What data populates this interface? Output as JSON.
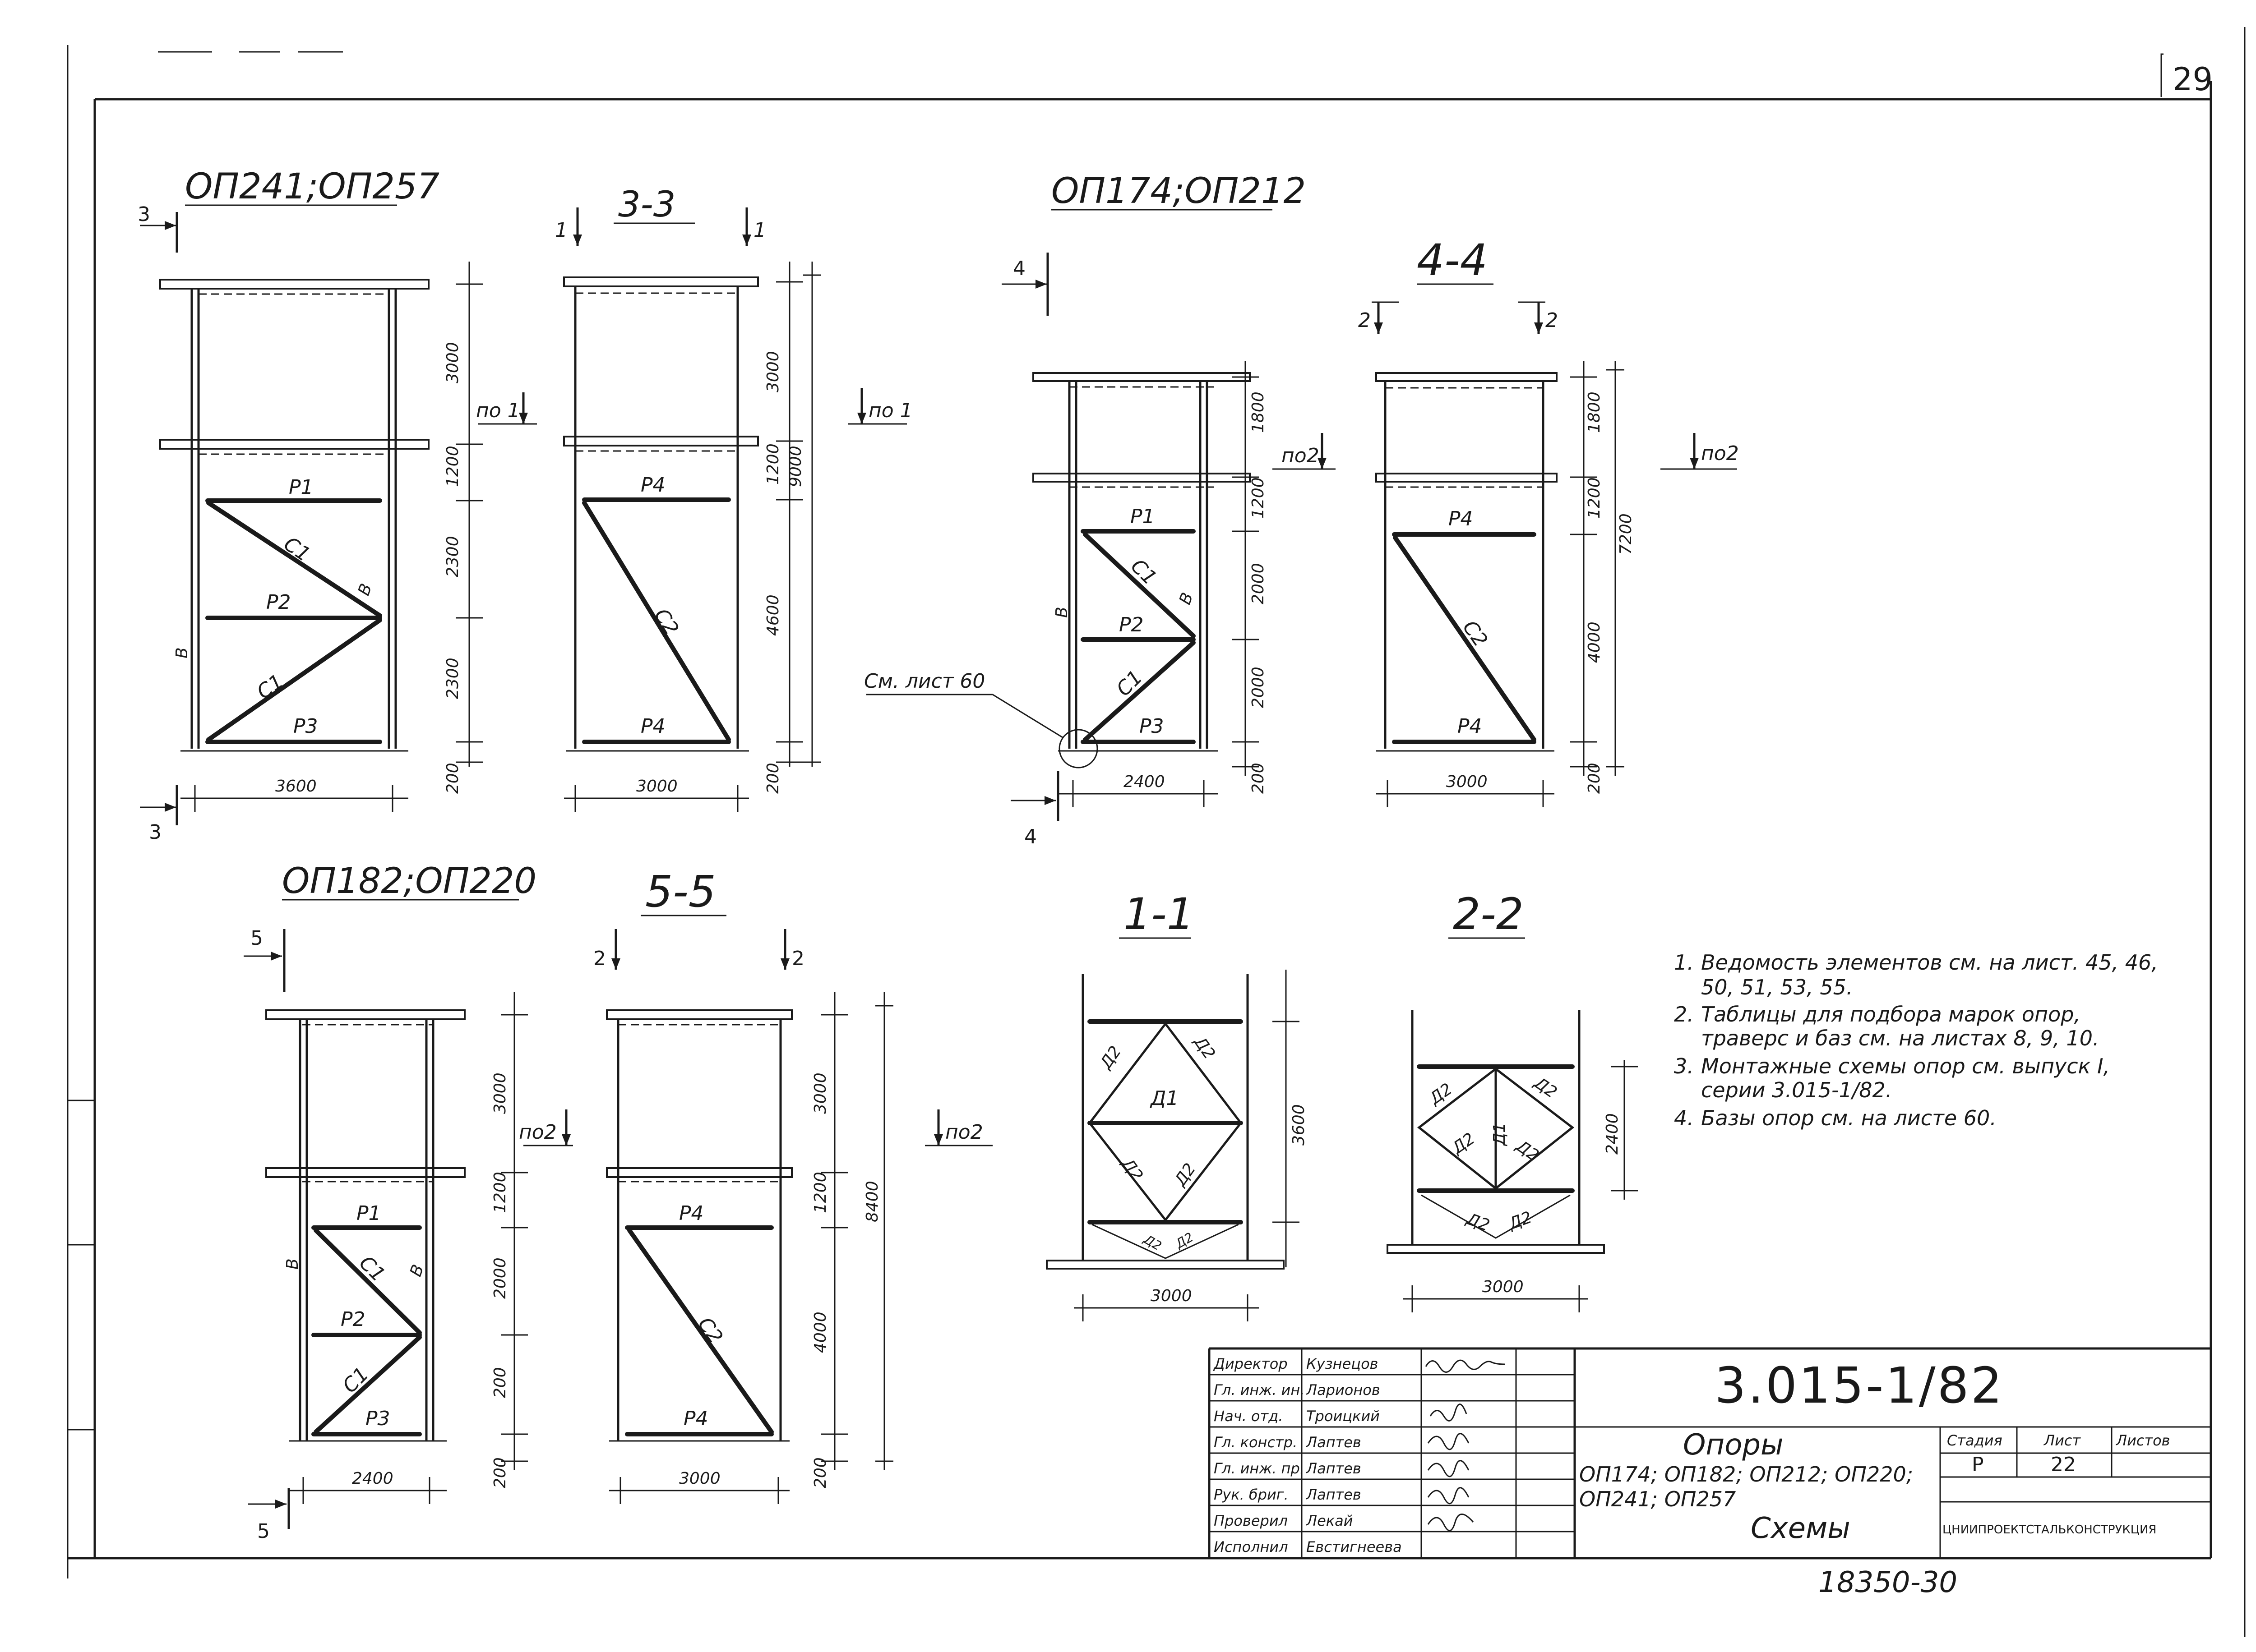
{
  "page_number": "29",
  "views": {
    "op241": {
      "title": "ОП241;ОП257",
      "section_mark": "3",
      "dims_v": [
        "3000",
        "1200",
        "2300",
        "2300",
        "200"
      ],
      "dim_h": "3600",
      "labels": {
        "r1": "P1",
        "r2": "P2",
        "r3": "P3",
        "c1a": "C1",
        "c1b": "C1",
        "b1": "B",
        "b2": "B"
      }
    },
    "s33": {
      "title": "3-3",
      "cut_mark": "1",
      "dims_v": [
        "3000",
        "1200",
        "4600",
        "200"
      ],
      "dim_total": "9000",
      "dim_h": "3000",
      "labels": {
        "r4a": "P4",
        "r4b": "P4",
        "c2": "C2"
      },
      "level": "по 1"
    },
    "op174": {
      "title": "ОП174;ОП212",
      "section_mark": "4",
      "dims_v": [
        "1800",
        "1200",
        "2000",
        "2000",
        "200"
      ],
      "dim_h": "2400",
      "labels": {
        "r1": "P1",
        "r2": "P2",
        "r3": "P3",
        "c1a": "C1",
        "c1b": "C1",
        "b1": "B",
        "b2": "B"
      },
      "level": "по2",
      "callout": "См. лист 60"
    },
    "s44": {
      "title": "4-4",
      "cut_mark": "2",
      "dims_v": [
        "1800",
        "1200",
        "4000",
        "200"
      ],
      "dim_total": "7200",
      "dim_h": "3000",
      "labels": {
        "r4a": "P4",
        "r4b": "P4",
        "c2": "C2"
      },
      "level": "по2"
    },
    "op182": {
      "title": "ОП182;ОП220",
      "section_mark": "5",
      "dims_v": [
        "3000",
        "1200",
        "2000",
        "200",
        "200"
      ],
      "dim_h": "2400",
      "labels": {
        "r1": "P1",
        "r2": "P2",
        "r3": "P3",
        "c1a": "C1",
        "c1b": "C1",
        "b1": "B",
        "b2": "B"
      },
      "level": "по2"
    },
    "s55": {
      "title": "5-5",
      "cut_mark": "2",
      "dims_v": [
        "3000",
        "1200",
        "4000",
        "200"
      ],
      "dim_total": "8400",
      "dim_h": "3000",
      "labels": {
        "r4a": "P4",
        "r4b": "P4",
        "c2": "C2"
      },
      "level": "по2"
    },
    "s11": {
      "title": "1-1",
      "dim_v": "3600",
      "dim_h": "3000",
      "labels": {
        "d1": "Д1",
        "d2": "Д2"
      }
    },
    "s22": {
      "title": "2-2",
      "dim_v": "2400",
      "dim_h": "3000",
      "labels": {
        "d1": "Д1",
        "d2": "Д2"
      }
    }
  },
  "notes": [
    {
      "num": "1.",
      "lines": [
        "Ведомость элементов см. на лист. 45, 46,",
        "50, 51, 53, 55."
      ]
    },
    {
      "num": "2.",
      "lines": [
        "Таблицы для подбора марок опор,",
        "траверс и баз см. на листах 8, 9, 10."
      ]
    },
    {
      "num": "3.",
      "lines": [
        "Монтажные схемы опор см. выпуск I,",
        "серии 3.015-1/82."
      ]
    },
    {
      "num": "4.",
      "lines": [
        "Базы опор см. на листе 60."
      ]
    }
  ],
  "title_block": {
    "roles": [
      {
        "role": "Директор",
        "name": "Кузнецов"
      },
      {
        "role": "Гл. инж. ин.",
        "name": "Ларионов"
      },
      {
        "role": "Нач. отд.",
        "name": "Троицкий"
      },
      {
        "role": "Гл. констр.",
        "name": "Лаптев"
      },
      {
        "role": "Гл. инж. пр.",
        "name": "Лаптев"
      },
      {
        "role": "Рук. бриг.",
        "name": "Лаптев"
      },
      {
        "role": "Проверил",
        "name": "Лекай"
      },
      {
        "role": "Исполнил",
        "name": "Евстигнеева"
      }
    ],
    "code": "3.015-1/82",
    "subject": "Опоры",
    "marks_line1": "ОП174; ОП182; ОП212; ОП220;",
    "marks_line2": "ОП241; ОП257",
    "sheet_kind": "Схемы",
    "stage_header": "Стадия",
    "sheet_header": "Лист",
    "sheets_header": "Листов",
    "stage": "Р",
    "sheet": "22",
    "org": "ЦНИИПРОЕКТСТАЛЬКОНСТРУКЦИЯ",
    "archive_no": "18350-30"
  }
}
